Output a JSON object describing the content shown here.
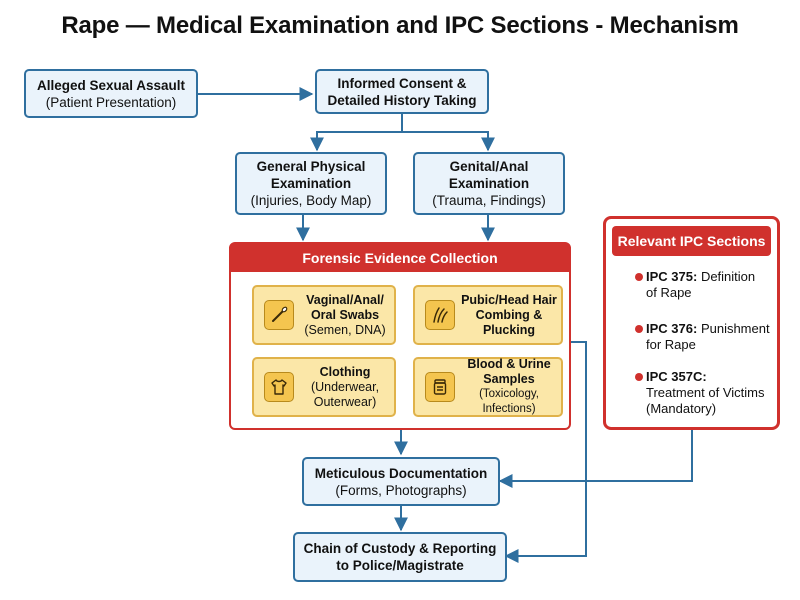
{
  "title": "Rape — Medical Examination and IPC Sections - Mechanism",
  "nodes": {
    "assault": {
      "title": "Alleged Sexual Assault",
      "sub": "(Patient Presentation)"
    },
    "consent": {
      "line1": "Informed Consent &",
      "line2": "Detailed History Taking"
    },
    "general": {
      "line1": "General Physical",
      "line2": "Examination",
      "sub": "(Injuries, Body Map)"
    },
    "genital": {
      "line1": "Genital/Anal",
      "line2": "Examination",
      "sub": "(Trauma, Findings)"
    },
    "documentation": {
      "title": "Meticulous Documentation",
      "sub": "(Forms, Photographs)"
    },
    "custody": {
      "line1": "Chain of Custody & Reporting",
      "line2": "to Police/Magistrate"
    }
  },
  "evidence": {
    "title": "Forensic Evidence Collection",
    "items": [
      {
        "icon": "swab-icon",
        "line1": "Vaginal/Anal/",
        "line2": "Oral Swabs",
        "sub": "(Semen, DNA)"
      },
      {
        "icon": "hair-comb-icon",
        "line1": "Pubic/Head Hair",
        "line2": "Combing &",
        "line3": "Plucking"
      },
      {
        "icon": "clothing-icon",
        "line1": "Clothing",
        "sub1": "(Underwear,",
        "sub2": "Outerwear)"
      },
      {
        "icon": "sample-jar-icon",
        "line1": "Blood & Urine",
        "line2": "Samples",
        "sub": "(Toxicology, Infections)"
      }
    ]
  },
  "ipc": {
    "title": "Relevant IPC Sections",
    "items": [
      {
        "code": "IPC 375:",
        "text1": "Definition",
        "text2": "of Rape"
      },
      {
        "code": "IPC 376:",
        "text1": "Punishment",
        "text2": "for Rape"
      },
      {
        "code": "IPC 357C:",
        "text1": "Treatment of Victims",
        "text2": "(Mandatory)"
      }
    ]
  },
  "colors": {
    "blue": "#2f6f9f",
    "red": "#d0312d",
    "yellow": "#fbe7a8"
  }
}
